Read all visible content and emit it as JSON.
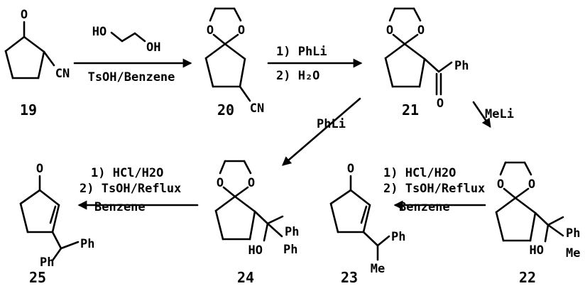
{
  "compounds": {
    "c19": "19",
    "c20": "20",
    "c21": "21",
    "c22": "22",
    "c23": "23",
    "c24": "24",
    "c25": "25"
  },
  "atoms": {
    "O": "O",
    "CN": "CN",
    "HO": "HO",
    "OH": "OH",
    "Ph": "Ph",
    "Me": "Me"
  },
  "reagents": {
    "ketalization": "TsOH/Benzene",
    "step_20_21": {
      "line1": "1) PhLi",
      "line2": "2) H₂O"
    },
    "step_20_24": "PhLi",
    "step_21_22": "MeLi",
    "step_22_23": {
      "line1": "1) HCl/H2O",
      "line2": "2) TsOH/Reflux",
      "line3": "Benzene"
    },
    "step_24_25": {
      "line1": "1) HCl/H2O",
      "line2": "2) TsOH/Reflux",
      "line3": "Benzene"
    }
  },
  "colors": {
    "ink": "#000000",
    "background": "#ffffff"
  }
}
